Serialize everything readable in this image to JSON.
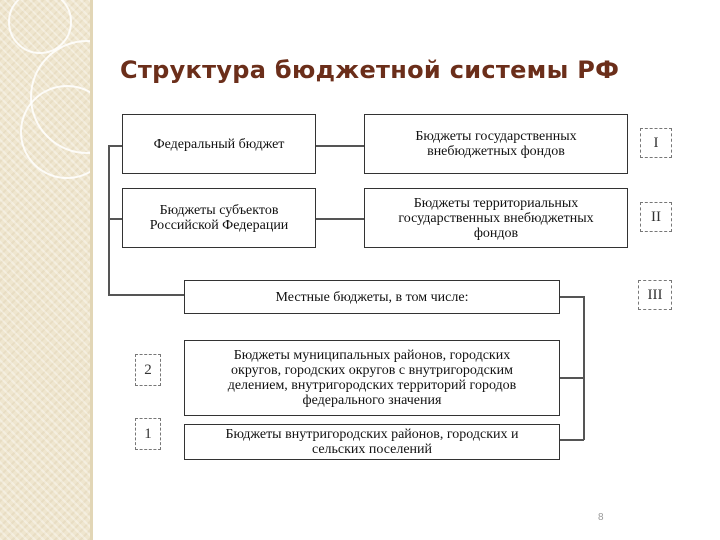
{
  "slide": {
    "title": "Структура бюджетной системы РФ",
    "page_number": "8"
  },
  "diagram": {
    "federal": "Федеральный бюджет",
    "federal_funds": "Бюджеты государственных\nвнебюджетных фондов",
    "regional": "Бюджеты субъектов\nРоссийской Федерации",
    "regional_funds": "Бюджеты территориальных\nгосударственных внебюджетных\nфондов",
    "local": "Местные бюджеты, в том числе:",
    "municipal": "Бюджеты муниципальных районов, городских\nокругов, городских округов с внутригородским\nделением, внутригородских территорий городов\nфедерального значения",
    "settlements": "Бюджеты внутригородских районов, городских и\nсельских поселений",
    "levels": {
      "level_1": "I",
      "level_2": "II",
      "level_3": "III",
      "sub_2": "2",
      "sub_1": "1"
    }
  }
}
